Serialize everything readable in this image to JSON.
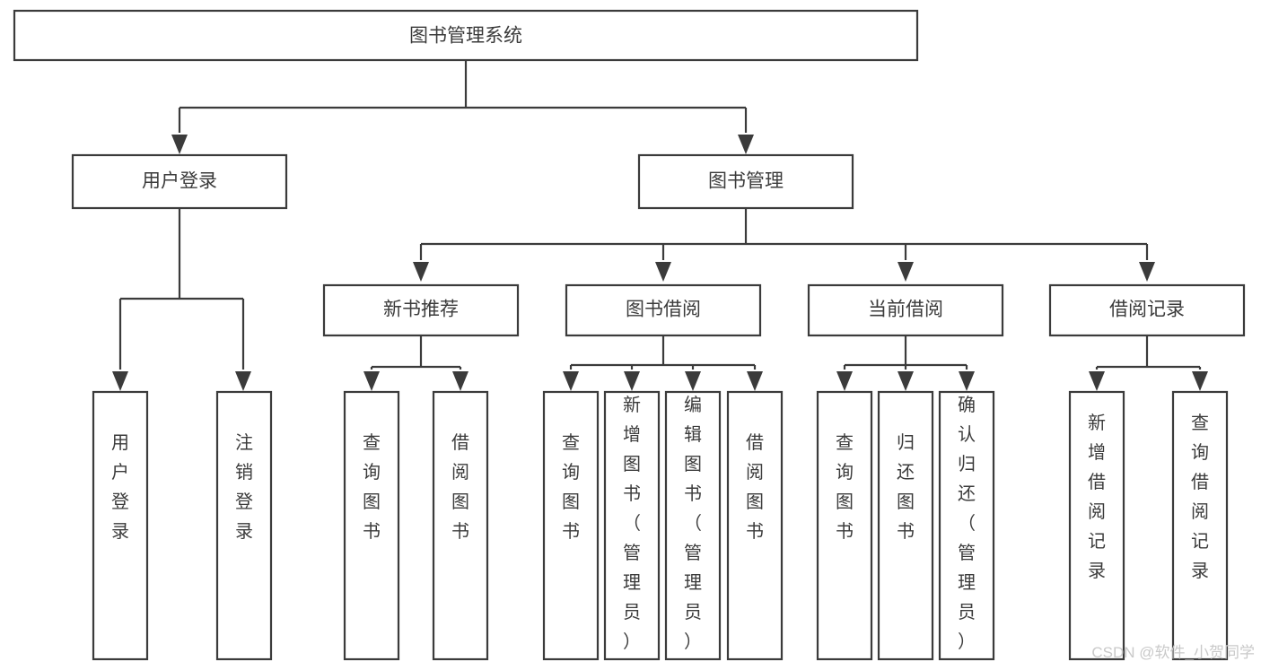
{
  "diagram": {
    "title": "图书管理系统",
    "type": "hierarchy-tree",
    "orientation": "top-down",
    "colors": {
      "stroke": "#3b3b3b",
      "fill": "#ffffff",
      "background": "#ffffff",
      "watermark": "#c9c9c9"
    },
    "root": {
      "label": "图书管理系统"
    },
    "level2": [
      {
        "label": "用户登录"
      },
      {
        "label": "图书管理"
      }
    ],
    "level3": [
      {
        "label": "新书推荐"
      },
      {
        "label": "图书借阅"
      },
      {
        "label": "当前借阅"
      },
      {
        "label": "借阅记录"
      }
    ],
    "leaves": {
      "user_login": [
        {
          "label": "用户登录"
        },
        {
          "label": "注销登录"
        }
      ],
      "new_book_recommend": [
        {
          "label": "查询图书"
        },
        {
          "label": "借阅图书"
        }
      ],
      "book_borrow": [
        {
          "label": "查询图书"
        },
        {
          "label": "新增图书（管理员）"
        },
        {
          "label": "编辑图书（管理员）"
        },
        {
          "label": "借阅图书"
        }
      ],
      "current_borrow": [
        {
          "label": "查询图书"
        },
        {
          "label": "归还图书"
        },
        {
          "label": "确认归还（管理员）"
        }
      ],
      "borrow_record": [
        {
          "label": "新增借阅记录"
        },
        {
          "label": "查询借阅记录"
        }
      ]
    },
    "watermark": "CSDN @软件_小贺同学"
  }
}
